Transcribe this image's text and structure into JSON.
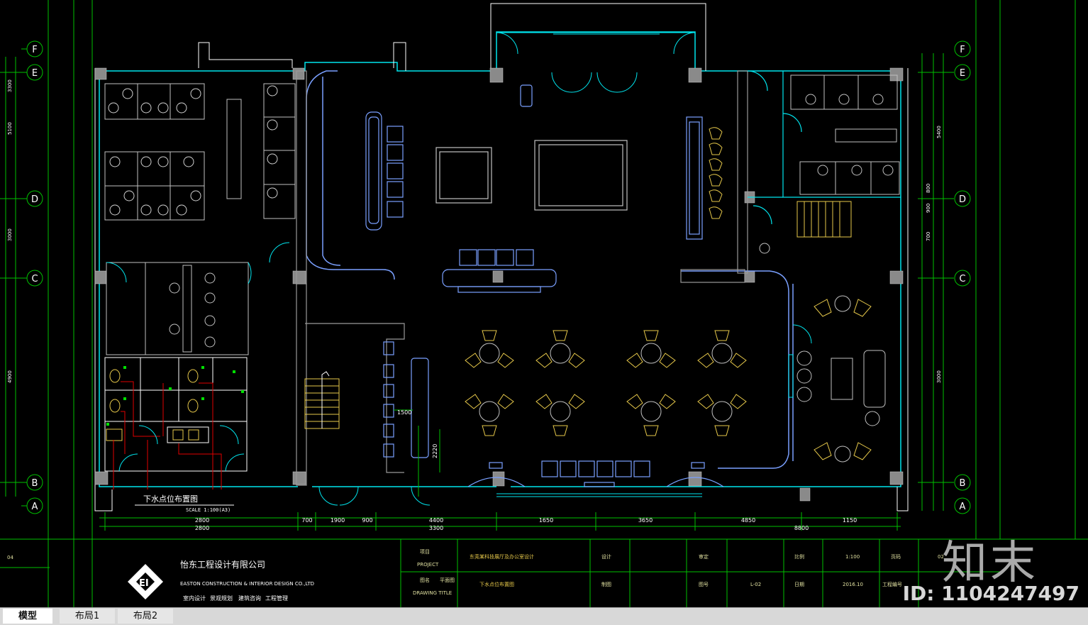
{
  "grid_axes_left": [
    "F",
    "E",
    "D",
    "C",
    "B",
    "A"
  ],
  "grid_axes_right": [
    "F",
    "E",
    "D",
    "C",
    "B",
    "A"
  ],
  "drawing_title": "下水点位布置图",
  "scale_note": "SCALE   1:100(A3)",
  "dim_labels_bottom": [
    "2800",
    "700",
    "1900",
    "900",
    "4400",
    "1650",
    "3650",
    "4850",
    "1150",
    "3300",
    "2800",
    "8800"
  ],
  "dim_labels_left": [
    "5100",
    "3000",
    "4900",
    "3300"
  ],
  "dim_labels_right": [
    "5400",
    "3000",
    "800",
    "700",
    "900"
  ],
  "dim_labels_inner": [
    "1500",
    "2220"
  ],
  "title_block": {
    "company_cn": "怡东工程设计有限公司",
    "company_en": "EASTON CONSTRUCTION & INTERIOR DESIGN CO.,LTD",
    "services": [
      "室内设计",
      "景观规划",
      "建筑咨询",
      "工程管理"
    ],
    "project_label": "项目",
    "project_label_en": "PROJECT",
    "project_name": "东莞某科技展厅及办公室设计",
    "drawing_label": "图名",
    "drawing_label_en": "DRAWING TITLE",
    "drawing_name_top": "平面图",
    "drawing_name": "下水点位布置图",
    "design_label": "设计",
    "drafting_label": "制图",
    "review_label": "审定",
    "drawing_no_label": "图号",
    "drawing_no": "L-02",
    "scale_label": "比例",
    "scale_value": "1:100",
    "date_label": "日期",
    "date_value": "2016.10",
    "page_label": "页码",
    "page_value": "02",
    "project_no_label": "工程编号",
    "left_margin_code": "04"
  },
  "tabs": [
    "模型",
    "布局1",
    "布局2"
  ],
  "watermark_brand": "知末",
  "watermark_id": "ID: 1104247497",
  "colors": {
    "background": "#000000",
    "grid_green": "#00c000",
    "wall_cyan": "#00e5ee",
    "furniture_blue": "#7aa0ff",
    "wall_gray": "#9a9a9a",
    "chair_yellow": "#e6c84a",
    "plumbing_red": "#e00000",
    "white_text": "#ffffff"
  }
}
